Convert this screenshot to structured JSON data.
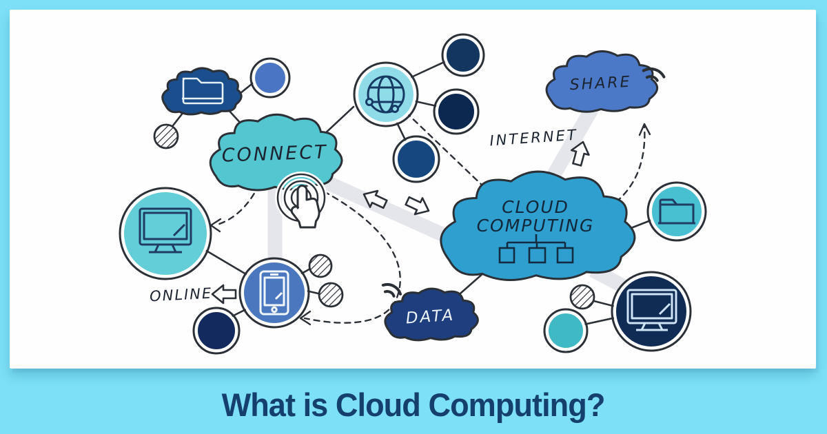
{
  "title": {
    "text": "What is Cloud Computing?",
    "color": "#15406d"
  },
  "labels": {
    "connect": "CONNECT",
    "cloud_line1": "CLOUD",
    "cloud_line2": "COMPUTING",
    "share": "SHARE",
    "data": "DATA",
    "internet": "INTERNET",
    "online": "ONLINE"
  },
  "illustration": {
    "clouds": [
      {
        "name": "connect-cloud",
        "label": "CONNECT",
        "fill": "#54c6cf"
      },
      {
        "name": "cloud-computing-cloud",
        "label": "CLOUD COMPUTING",
        "fill": "#2f9fd0"
      },
      {
        "name": "share-cloud",
        "label": "SHARE",
        "fill": "#4b79c7"
      },
      {
        "name": "data-cloud",
        "label": "DATA",
        "fill": "#1e3e7d"
      },
      {
        "name": "folder-cloud",
        "label": "",
        "fill": "#1a4e8d"
      }
    ],
    "icons": [
      "folder-icon",
      "globe-icon",
      "monitor-icon",
      "smartphone-icon",
      "tap-hand-icon",
      "wifi-icon",
      "network-icon",
      "arrow-icon",
      "hatched-node"
    ],
    "colors": {
      "background": "#7de0f6",
      "panel": "#fefefe",
      "ink": "#2b2f36",
      "grey_band": "#e4e6eb",
      "teal_node": "#49c0d2",
      "light_teal_node": "#8fdce8",
      "royal_node": "#4a74c4",
      "navy_node": "#12365f",
      "dark_navy_node": "#0c2750",
      "phone_node": "#4a77bd",
      "title_text": "#15406d"
    }
  }
}
